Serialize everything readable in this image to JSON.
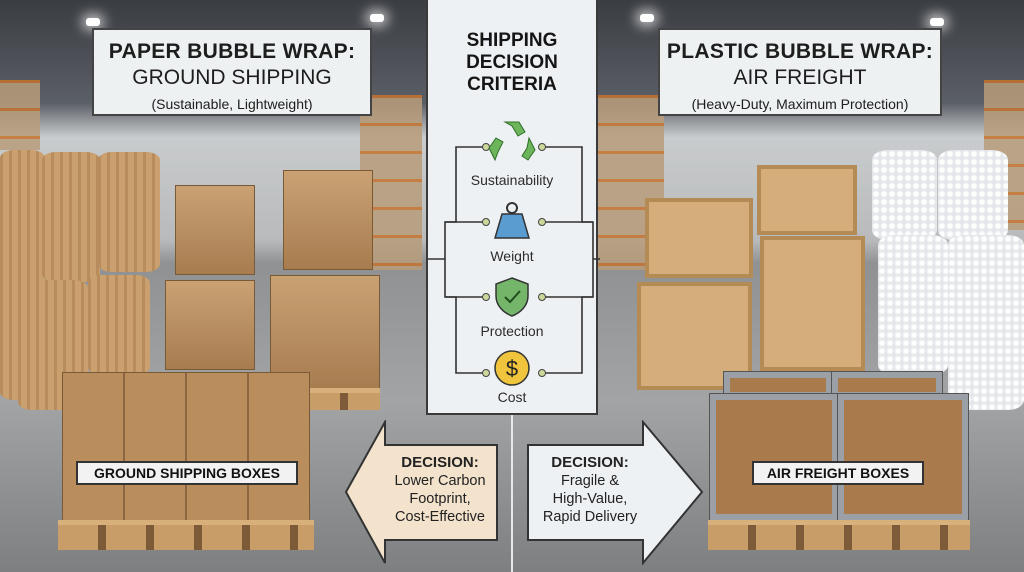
{
  "left_label": {
    "title": "PAPER BUBBLE WRAP:",
    "subtitle": "GROUND SHIPPING",
    "note": "(Sustainable, Lightweight)"
  },
  "right_label": {
    "title": "PLASTIC BUBBLE WRAP:",
    "subtitle": "AIR FREIGHT",
    "note": "(Heavy-Duty, Maximum Protection)"
  },
  "criteria": {
    "title_lines": [
      "SHIPPING",
      "DECISION",
      "CRITERIA"
    ],
    "items": [
      {
        "label": "Sustainability",
        "icon": "recycle-icon"
      },
      {
        "label": "Weight",
        "icon": "weight-icon"
      },
      {
        "label": "Protection",
        "icon": "shield-check-icon"
      },
      {
        "label": "Cost",
        "icon": "dollar-coin-icon"
      }
    ]
  },
  "left_decision": {
    "heading": "DECISION:",
    "lines": [
      "Lower Carbon",
      "Footprint,",
      "Cost-Effective"
    ]
  },
  "right_decision": {
    "heading": "DECISION:",
    "lines": [
      "Fragile &",
      "High-Value,",
      "Rapid Delivery"
    ]
  },
  "left_tag": "GROUND SHIPPING BOXES",
  "right_tag": "AIR FREIGHT BOXES",
  "colors": {
    "left_arrow": "#f3e3cc",
    "right_arrow": "#eef1f3",
    "green": "#5aa64a",
    "blue": "#5a9bd0",
    "gold": "#f0c43c"
  }
}
